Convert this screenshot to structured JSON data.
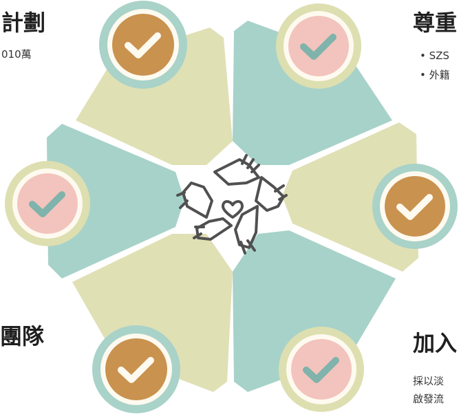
{
  "colors": {
    "sage": "#a7d2c9",
    "olive": "#e0e0b5",
    "ring_sage": "#a9d2c8",
    "ring_olive": "#dddfb0",
    "orange": "#c9924f",
    "pink": "#f2c4bd",
    "check_teal": "#7fb3ab",
    "cream": "#fffaf0",
    "icon_gray": "#505050"
  },
  "labels": {
    "tl_title": "計劃",
    "tl_sub": "010萬",
    "tr_title": "尊重",
    "tr_bullet1": "• SZS",
    "tr_bullet2": "• 外籍",
    "bl_title": "團隊",
    "br_title": "加入",
    "br_line1": "採以淡",
    "br_line2": "啟發流"
  },
  "icons": {
    "center": "hands-heart-icon",
    "check": "checkmark-icon"
  }
}
